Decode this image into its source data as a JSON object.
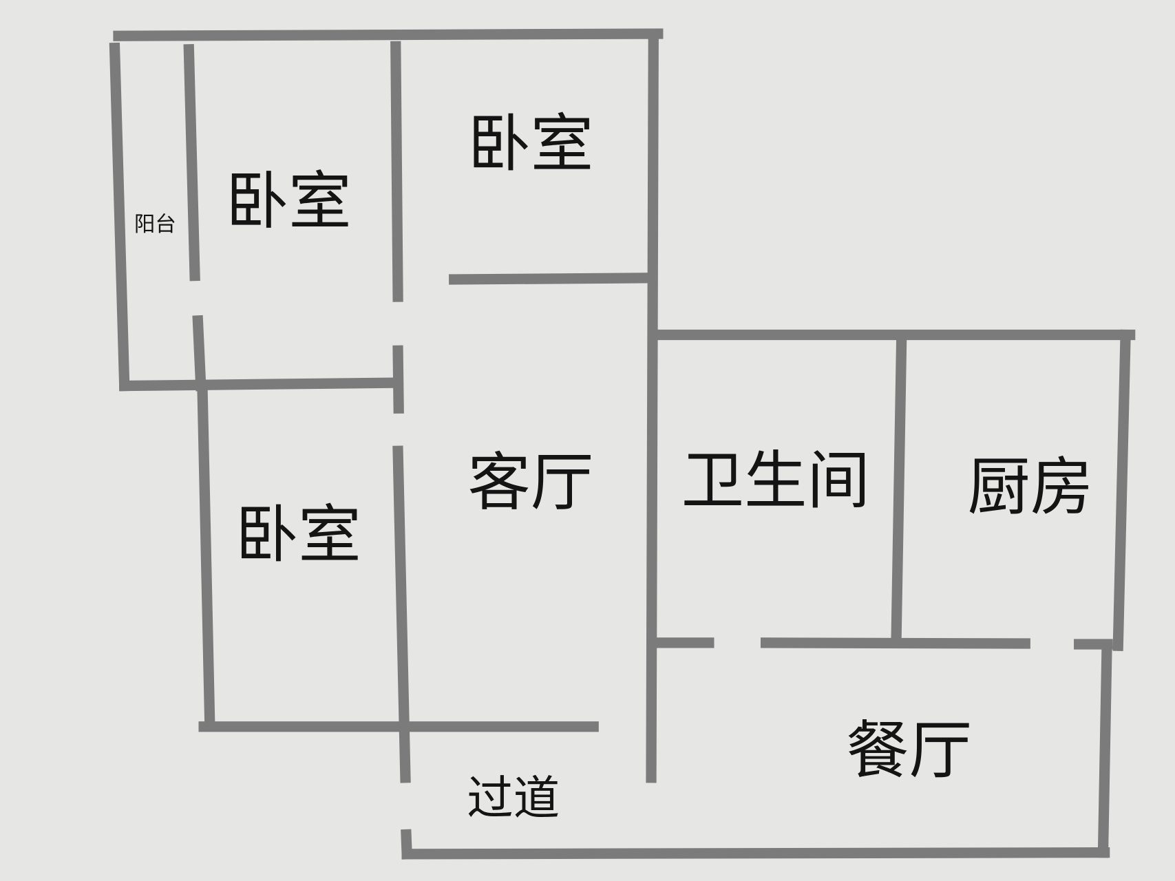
{
  "floor_plan": {
    "colors": {
      "background": "#e6e6e4",
      "wall": "#7b7b7b",
      "text": "#141414"
    },
    "rooms": {
      "balcony": "阳台",
      "bedroom_upper_left": "卧室",
      "bedroom_upper_right": "卧室",
      "bedroom_lower": "卧室",
      "living_room": "客厅",
      "bathroom": "卫生间",
      "kitchen": "厨房",
      "dining_room": "餐厅",
      "corridor": "过道"
    }
  }
}
